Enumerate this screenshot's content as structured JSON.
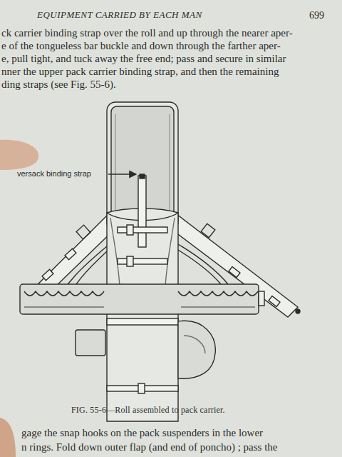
{
  "diagram": {
    "caption": "FIG. 55-6—Roll assembled to pack carrier.",
    "labels": [
      "EQUIPMENT CARRIED BY EACH MAN",
      "699",
      "ck carrier binding strap over the roll and up through the nearer aper-",
      "e of the tongueless bar buckle and down through the farther aper-",
      "e, pull tight, and tuck away the free end; pass and secure in similar",
      "nner the upper pack carrier binding strap, and then the remaining",
      "ding straps (see Fig. 55-6).",
      "versack binding strap",
      "gage the snap hooks on the pack suspenders in the lower",
      "n rings. Fold down outer flap (and end of poncho) ; pass the"
    ]
  }
}
